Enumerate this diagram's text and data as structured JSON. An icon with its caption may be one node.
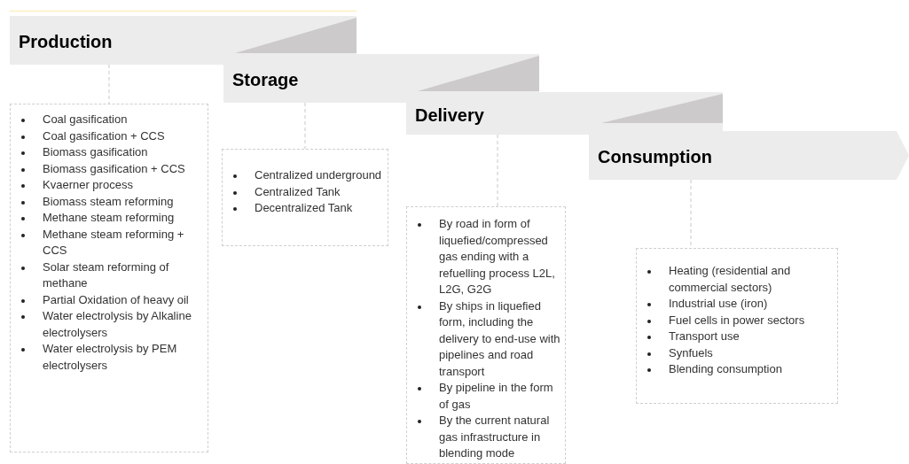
{
  "diagram": {
    "nodes": [
      {
        "text": [
          "Production"
        ]
      },
      {
        "text": [
          "Storage"
        ]
      },
      {
        "text": [
          "Delivery"
        ]
      },
      {
        "text": [
          "Consumption"
        ]
      },
      {
        "text": [
          "Coal gasification",
          "Coal gasification + CCS",
          "Biomass gasification",
          "Biomass gasification + CCS",
          "Kvaerner process",
          "Biomass steam reforming",
          "Methane steam reforming",
          "Methane steam reforming + CCS",
          "Solar steam reforming of methane",
          "Partial Oxidation of heavy oil",
          "Water electrolysis by Alkaline electrolysers",
          "Water electrolysis by PEM electrolysers"
        ]
      },
      {
        "text": [
          "Centralized underground",
          "Centralized Tank",
          "Decentralized Tank"
        ]
      },
      {
        "text": [
          "By road in form of liquefied/compressed gas ending with a refuelling process L2L, L2G, G2G",
          "By ships in liquefied form, including the delivery to end-use with pipelines and road transport",
          "By pipeline in the form of gas",
          "By the current natural gas infrastructure in blending mode"
        ]
      },
      {
        "text": [
          "Heating (residential and commercial sectors)",
          "Industrial use (iron)",
          "Fuel cells in power sectors",
          "Transport use",
          "Synfuels",
          "Blending consumption"
        ]
      }
    ],
    "edges": [
      {
        "from": 0,
        "to": 4,
        "arrow": "none",
        "style": "dashed"
      },
      {
        "from": 1,
        "to": 5,
        "arrow": "none",
        "style": "dashed"
      },
      {
        "from": 2,
        "to": 6,
        "arrow": "none",
        "style": "dashed"
      },
      {
        "from": 3,
        "to": 7,
        "arrow": "none",
        "style": "dashed"
      }
    ]
  }
}
